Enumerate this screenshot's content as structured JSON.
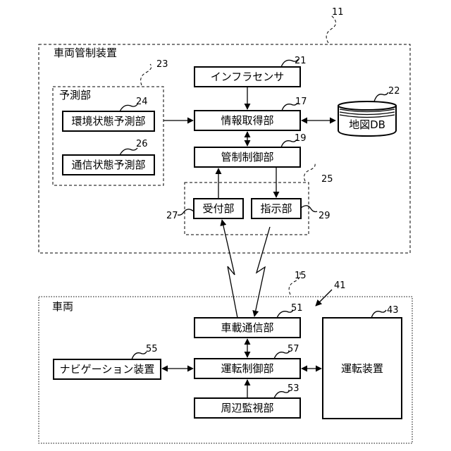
{
  "groups": {
    "management_device": {
      "label": "車両管制装置",
      "ref": "11"
    },
    "prediction": {
      "label": "予測部",
      "ref": "23"
    },
    "interface": {
      "ref": "25"
    },
    "link": {
      "ref": "15"
    },
    "vehicle": {
      "label": "車両",
      "ref": "41"
    }
  },
  "blocks": {
    "infra_sensor": {
      "label": "インフラセンサ",
      "ref": "21"
    },
    "info_acquisition": {
      "label": "情報取得部",
      "ref": "17"
    },
    "control": {
      "label": "管制制御部",
      "ref": "19"
    },
    "receiver": {
      "label": "受付部",
      "ref": "27"
    },
    "instruction": {
      "label": "指示部",
      "ref": "29"
    },
    "env_prediction": {
      "label": "環境状態予測部",
      "ref": "24"
    },
    "comm_prediction": {
      "label": "通信状態予測部",
      "ref": "26"
    },
    "map_db": {
      "label": "地図DB",
      "ref": "22"
    },
    "onboard_comm": {
      "label": "車載通信部",
      "ref": "51"
    },
    "drive_control": {
      "label": "運転制御部",
      "ref": "57"
    },
    "surroundings": {
      "label": "周辺監視部",
      "ref": "53"
    },
    "navigation": {
      "label": "ナビゲーション装置",
      "ref": "55"
    },
    "driving_device": {
      "label": "運転装置",
      "ref": "43"
    }
  }
}
